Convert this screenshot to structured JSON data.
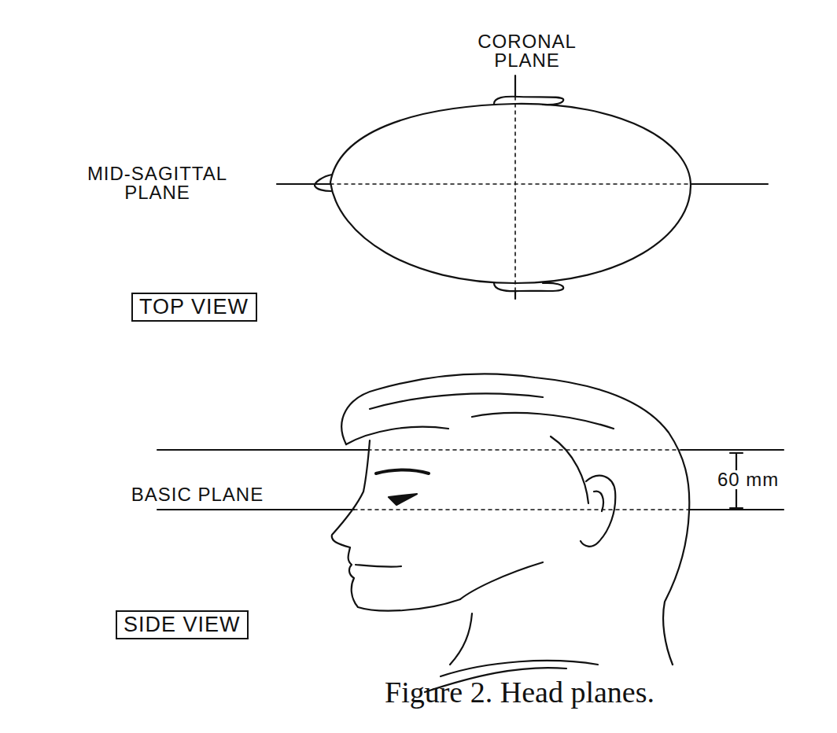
{
  "diagram": {
    "caption": "Figure 2. Head planes.",
    "nodes": [
      {
        "text": [
          "TOP VIEW"
        ]
      },
      {
        "text": [
          "SIDE VIEW"
        ]
      }
    ],
    "labels": [
      "CORONAL PLANE",
      "MID-SAGITTAL PLANE",
      "BASIC PLANE",
      "60 mm"
    ]
  }
}
